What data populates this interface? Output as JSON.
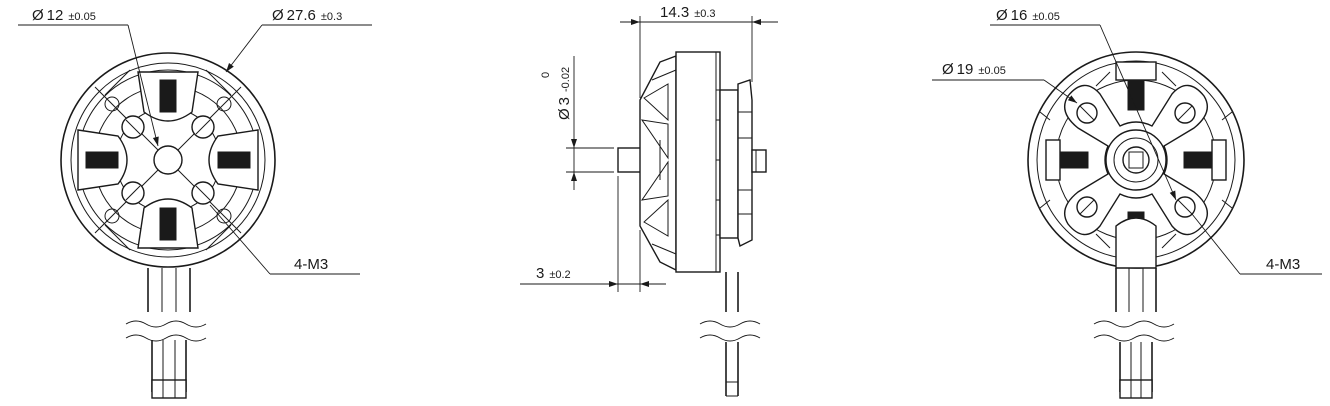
{
  "front_view": {
    "inner_dia_value": "12",
    "inner_dia_tol": "±0.05",
    "outer_dia_value": "27.6",
    "outer_dia_tol": "±0.3",
    "holes_label": "4-M3"
  },
  "side_view": {
    "length_value": "14.3",
    "length_tol": "±0.3",
    "shaft_dia_value": "3",
    "shaft_dia_tol_upper": "0",
    "shaft_dia_tol_lower": "-0.02",
    "shaft_len_value": "3",
    "shaft_len_tol": "±0.2"
  },
  "back_view": {
    "inner_dia_value": "16",
    "inner_dia_tol": "±0.05",
    "outer_dia_value": "19",
    "outer_dia_tol": "±0.05",
    "holes_label": "4-M3"
  },
  "symbols": {
    "diameter": "Ø"
  }
}
